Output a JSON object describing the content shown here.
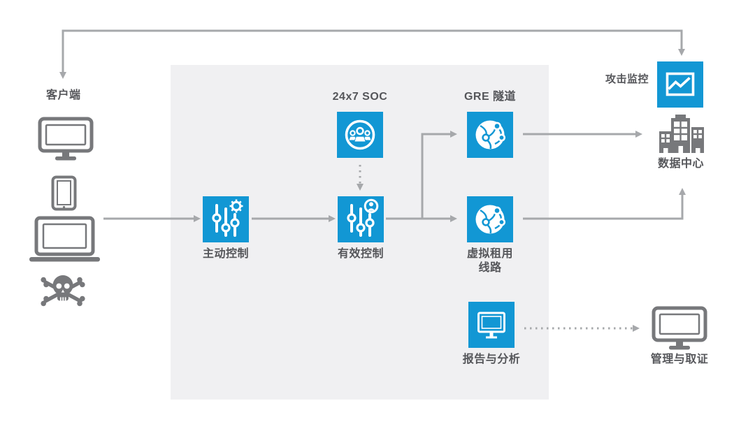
{
  "diagram": {
    "colors": {
      "accent_blue": "#1297d4",
      "icon_gray": "#77787b",
      "arrow_gray": "#a6a8ab",
      "label_gray": "#55565a",
      "panel_bg": "#f0f0f2"
    },
    "nodes": {
      "client": {
        "label": "客户端",
        "icons": [
          "desktop-monitor-icon",
          "tablet-icon",
          "laptop-icon",
          "skull-crossbones-icon"
        ]
      },
      "active_control": {
        "label": "主动控制",
        "icon": "sliders-gear-icon"
      },
      "soc": {
        "label": "24x7 SOC",
        "icon": "team-circle-icon"
      },
      "effective_control": {
        "label": "有效控制",
        "icon": "sliders-person-icon"
      },
      "gre_tunnel": {
        "label": "GRE 隧道",
        "icon": "globe-network-icon"
      },
      "virtual_leased_line": {
        "label_line1": "虚拟租用",
        "label_line2": "线路",
        "icon": "globe-network-icon"
      },
      "reporting": {
        "label": "报告与分析",
        "icon": "monitor-screen-icon"
      },
      "attack_monitoring": {
        "label": "攻击监控",
        "icon": "chart-picture-icon"
      },
      "data_center": {
        "label": "数据中心",
        "icon": "buildings-icon"
      },
      "management_forensics": {
        "label": "管理与取证",
        "icon": "desktop-monitor-icon"
      }
    }
  }
}
